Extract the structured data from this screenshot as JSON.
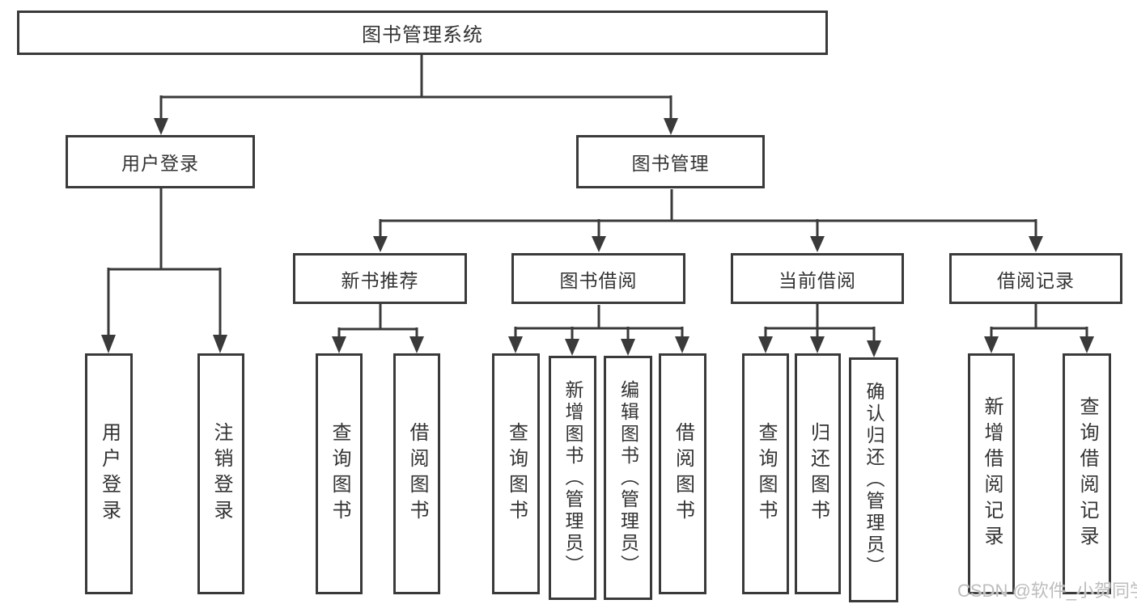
{
  "diagram_type": "hierarchy",
  "tree": {
    "root": "图书管理系统",
    "children": [
      {
        "label": "用户登录",
        "children": [
          "用户登录",
          "注销登录"
        ]
      },
      {
        "label": "图书管理",
        "children": [
          {
            "label": "新书推荐",
            "children": [
              "查询图书",
              "借阅图书"
            ]
          },
          {
            "label": "图书借阅",
            "children": [
              "查询图书",
              "新增图书（管理员）",
              "编辑图书（管理员）",
              "借阅图书"
            ]
          },
          {
            "label": "当前借阅",
            "children": [
              "查询图书",
              "归还图书",
              "确认归还（管理员）"
            ]
          },
          {
            "label": "借阅记录",
            "children": [
              "新增借阅记录",
              "查询借阅记录"
            ]
          }
        ]
      }
    ]
  },
  "watermark": "CSDN @软件_小贺同学",
  "colors": {
    "line": "#3a3a3a",
    "text": "#333333",
    "background": "#ffffff",
    "watermark": "#b9b9b9"
  }
}
